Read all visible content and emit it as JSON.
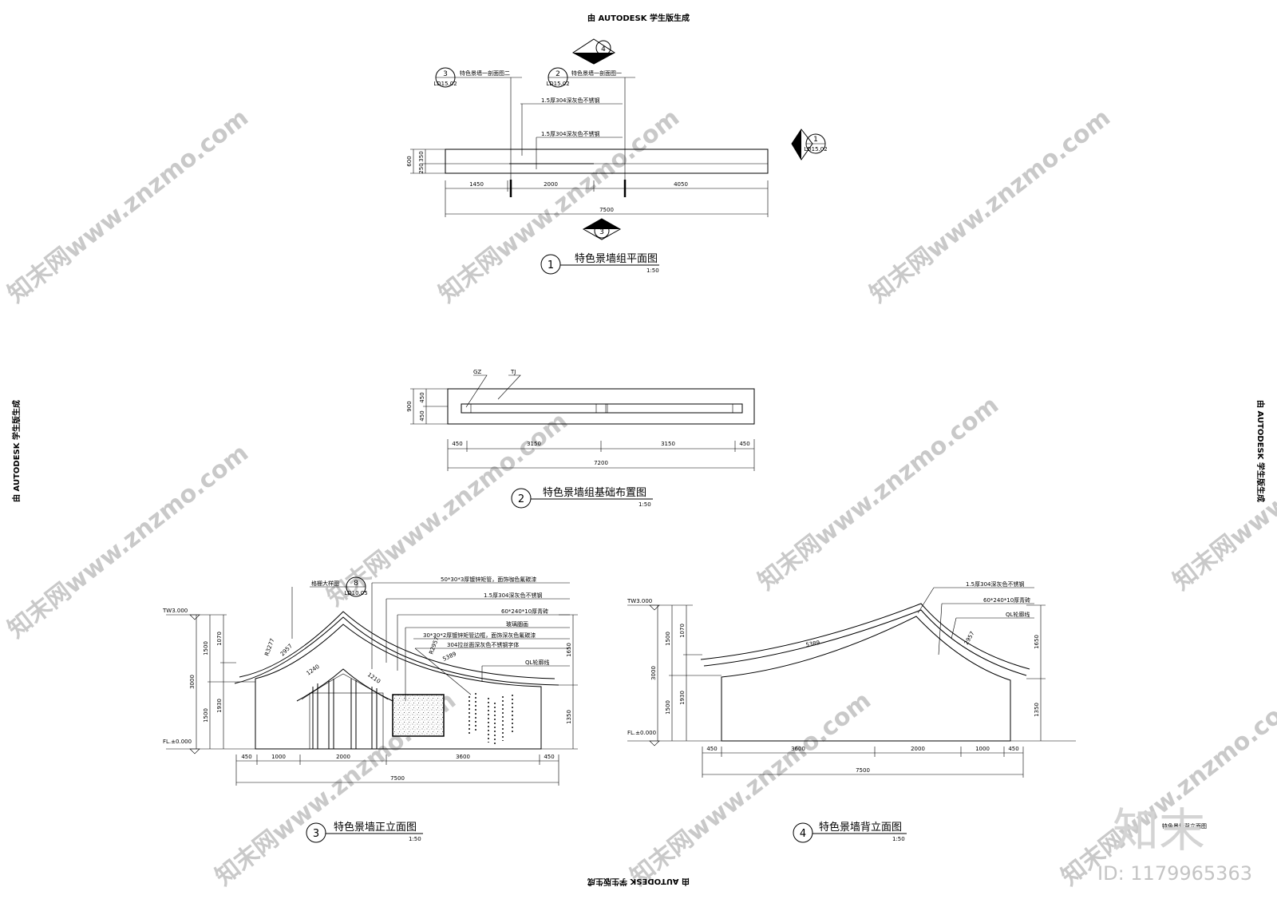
{
  "stamps": {
    "student_version": "由 AUTODESK 学生版生成"
  },
  "watermark": {
    "text": "知末网www.znzmo.com",
    "logo": "知末",
    "id": "ID: 1179965363"
  },
  "drawing1": {
    "num": "1",
    "title": "特色景墙组平面图",
    "scale": "1:50",
    "callout_a": {
      "num": "3",
      "sheet": "LD15.02",
      "label": "特色景墙一剖面图二"
    },
    "callout_b": {
      "num": "2",
      "sheet": "LD15.02",
      "label": "特色景墙一剖面图一"
    },
    "callout_c": {
      "num": "1",
      "sheet": "LD15.02"
    },
    "view_top": "4",
    "view_bottom": "3",
    "note1": "1.5厚304深灰色不锈钢",
    "note2": "1.5厚304深灰色不锈钢",
    "dims": {
      "d1": "1450",
      "d2": "2000",
      "d3": "4050",
      "total": "7500",
      "h_total": "600",
      "h1": "350",
      "h2": "250"
    }
  },
  "drawing2": {
    "num": "2",
    "title": "特色景墙组基础布置图",
    "scale": "1:50",
    "label_gz": "GZ",
    "label_tj": "TJ",
    "dims": {
      "d1": "450",
      "d2": "3150",
      "d3": "3150",
      "d4": "450",
      "total": "7200",
      "h_total": "900",
      "h1": "450",
      "h2": "450"
    }
  },
  "drawing3": {
    "num": "3",
    "title": "特色景墙正立面图",
    "scale": "1:50",
    "callout": {
      "num": "8",
      "sheet": "LD10.05",
      "label": "格栅大样图"
    },
    "notes": [
      "50*30*3厚镀锌矩管，面饰咖色氟碳漆",
      "1.5厚304深灰色不锈钢",
      "60*240*10厚青砖",
      "玻璃胭画",
      "30*30*2厚镀锌矩管边框，面饰深灰色氟碳漆",
      "304拉丝面深灰色不锈钢字体",
      "QL轮廓线"
    ],
    "level_top": "TW3.000",
    "level_bottom": "FL.±0.000",
    "arcs": [
      "R3277",
      "2957",
      "1240",
      "1210",
      "R2957",
      "5389"
    ],
    "dims": {
      "d1": "450",
      "d2": "1000",
      "d3": "2000",
      "d4": "3600",
      "d5": "450",
      "total": "7500"
    },
    "vdims_left": {
      "v1": "3000",
      "v2": "1500",
      "v3": "1500",
      "v4": "1070",
      "v5": "1930"
    },
    "vdims_right": {
      "v1": "1650",
      "v2": "1350"
    }
  },
  "drawing4": {
    "num": "4",
    "title": "特色景墙背立面图",
    "scale": "1:50",
    "notes": [
      "1.5厚304深灰色不锈钢",
      "60*240*10厚青砖",
      "QL轮廓线"
    ],
    "level_top": "TW3.000",
    "level_bottom": "FL.±0.000",
    "arcs": [
      "5389",
      "2957"
    ],
    "dims": {
      "d1": "450",
      "d2": "3600",
      "d3": "2000",
      "d4": "1000",
      "d5": "450",
      "total": "7500"
    },
    "vdims_left": {
      "v1": "3000",
      "v2": "1500",
      "v3": "1500",
      "v4": "1070",
      "v5": "1930"
    },
    "vdims_right": {
      "v1": "1650",
      "v2": "1350"
    }
  },
  "corner_fragment": "特色景墙背立面图"
}
